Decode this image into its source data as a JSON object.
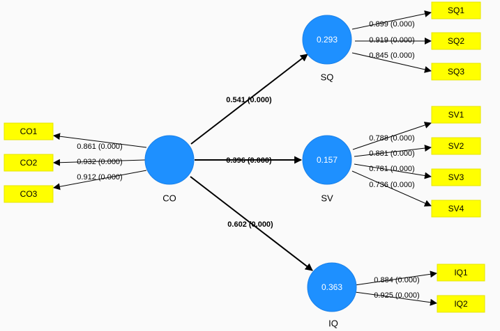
{
  "colors": {
    "latent_fill": "#1e90ff",
    "indicator_fill": "#ffff00",
    "background": "#fafafa"
  },
  "constructs": [
    {
      "id": "CO",
      "label": "CO",
      "r_squared": ""
    },
    {
      "id": "SQ",
      "label": "SQ",
      "r_squared": "0.293"
    },
    {
      "id": "SV",
      "label": "SV",
      "r_squared": "0.157"
    },
    {
      "id": "IQ",
      "label": "IQ",
      "r_squared": "0.363"
    }
  ],
  "indicators": [
    {
      "id": "CO1",
      "label": "CO1",
      "construct": "CO"
    },
    {
      "id": "CO2",
      "label": "CO2",
      "construct": "CO"
    },
    {
      "id": "CO3",
      "label": "CO3",
      "construct": "CO"
    },
    {
      "id": "SQ1",
      "label": "SQ1",
      "construct": "SQ"
    },
    {
      "id": "SQ2",
      "label": "SQ2",
      "construct": "SQ"
    },
    {
      "id": "SQ3",
      "label": "SQ3",
      "construct": "SQ"
    },
    {
      "id": "SV1",
      "label": "SV1",
      "construct": "SV"
    },
    {
      "id": "SV2",
      "label": "SV2",
      "construct": "SV"
    },
    {
      "id": "SV3",
      "label": "SV3",
      "construct": "SV"
    },
    {
      "id": "SV4",
      "label": "SV4",
      "construct": "SV"
    },
    {
      "id": "IQ1",
      "label": "IQ1",
      "construct": "IQ"
    },
    {
      "id": "IQ2",
      "label": "IQ2",
      "construct": "IQ"
    }
  ],
  "loadings": [
    {
      "from": "CO",
      "to": "CO1",
      "label": "0.861 (0.000)"
    },
    {
      "from": "CO",
      "to": "CO2",
      "label": "0.932 (0.000)"
    },
    {
      "from": "CO",
      "to": "CO3",
      "label": "0.912 (0.000)"
    },
    {
      "from": "SQ",
      "to": "SQ1",
      "label": "0.899 (0.000)"
    },
    {
      "from": "SQ",
      "to": "SQ2",
      "label": "0.919 (0.000)"
    },
    {
      "from": "SQ",
      "to": "SQ3",
      "label": "0.845 (0.000)"
    },
    {
      "from": "SV",
      "to": "SV1",
      "label": "0.788 (0.000)"
    },
    {
      "from": "SV",
      "to": "SV2",
      "label": "0.881 (0.000)"
    },
    {
      "from": "SV",
      "to": "SV3",
      "label": "0.781 (0.000)"
    },
    {
      "from": "SV",
      "to": "SV4",
      "label": "0.736 (0.000)"
    },
    {
      "from": "IQ",
      "to": "IQ1",
      "label": "0.884 (0.000)"
    },
    {
      "from": "IQ",
      "to": "IQ2",
      "label": "0.925 (0.000)"
    }
  ],
  "paths": [
    {
      "from": "CO",
      "to": "SQ",
      "label": "0.541 (0.000)"
    },
    {
      "from": "CO",
      "to": "SV",
      "label": "0.396 (0.000)"
    },
    {
      "from": "CO",
      "to": "IQ",
      "label": "0.602 (0.000)"
    }
  ]
}
